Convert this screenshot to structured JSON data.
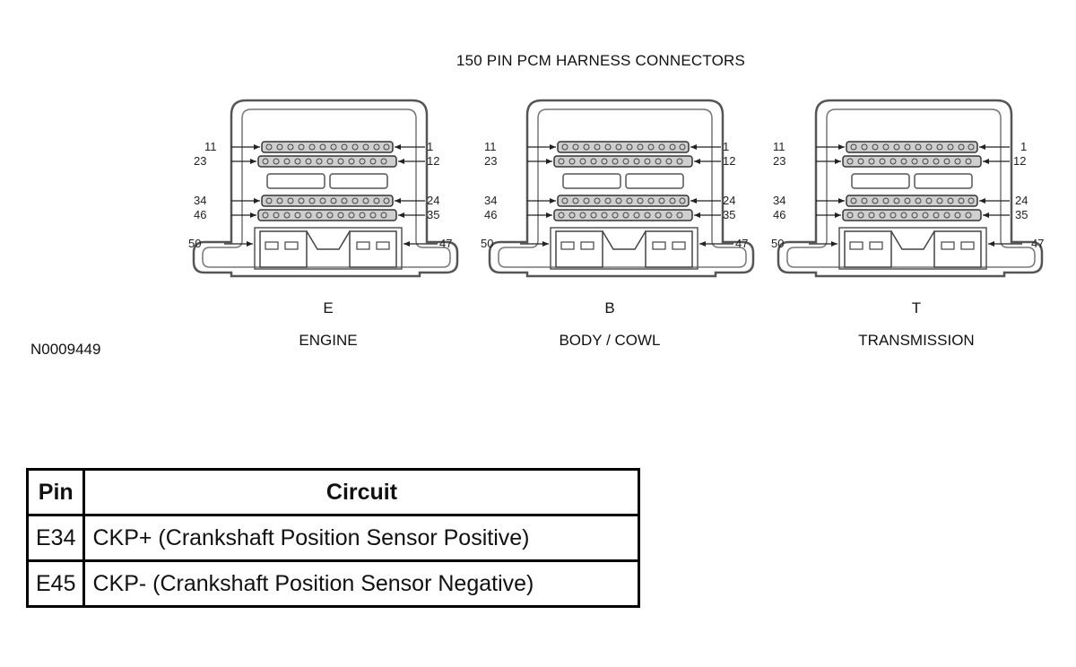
{
  "title": "150 PIN PCM HARNESS CONNECTORS",
  "figure_id": "N0009449",
  "pin_labels": {
    "row1_left": "11",
    "row1_right": "1",
    "row2_left": "23",
    "row2_right": "12",
    "row3_left": "34",
    "row3_right": "24",
    "row4_left": "46",
    "row4_right": "35",
    "row5_left": "50",
    "row5_right": "47"
  },
  "connectors": [
    {
      "letter": "E",
      "name": "ENGINE"
    },
    {
      "letter": "B",
      "name": "BODY / COWL"
    },
    {
      "letter": "T",
      "name": "TRANSMISSION"
    }
  ],
  "table": {
    "headers": [
      "Pin",
      "Circuit"
    ],
    "rows": [
      {
        "pin": "E34",
        "circuit": "CKP+ (Crankshaft Position Sensor Positive)"
      },
      {
        "pin": "E45",
        "circuit": "CKP- (Crankshaft Position Sensor Negative)"
      }
    ]
  }
}
